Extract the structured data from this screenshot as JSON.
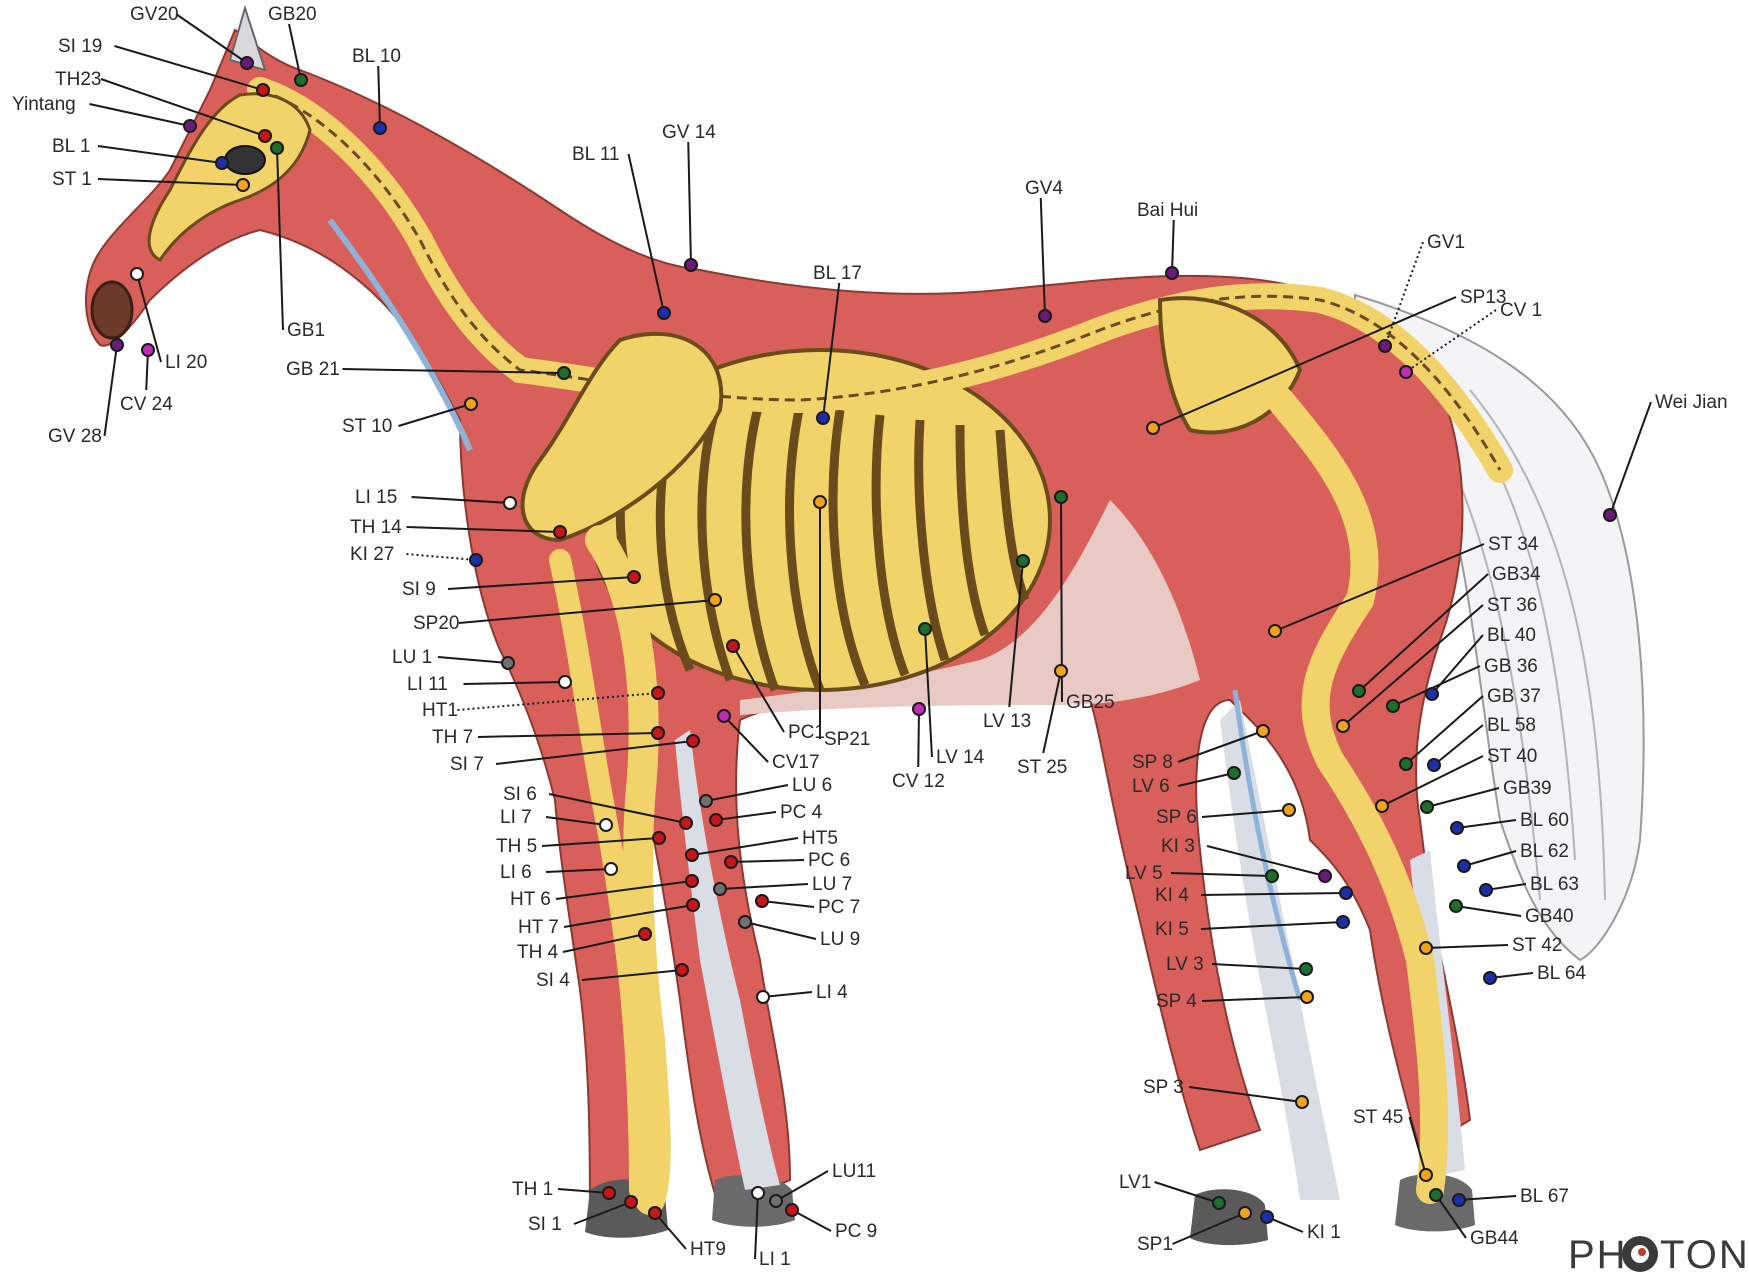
{
  "logo": {
    "left": "PH",
    "right": "TON"
  },
  "colors": {
    "purple": "#6a1b7a",
    "green": "#1d6e2b",
    "blue": "#1c2fa8",
    "red": "#c8151b",
    "orange": "#f2a21c",
    "white": "#ffffff",
    "gray": "#707070",
    "magenta": "#c02bb8",
    "muscle": "#d9605a",
    "bone": "#f1d36a",
    "bone_edge": "#6b4a1c",
    "tendon": "#d8dde6",
    "hoof": "#5a5a5a"
  },
  "points": [
    {
      "id": "gv20",
      "label": "GV20",
      "color": "purple"
    },
    {
      "id": "gb20",
      "label": "GB20",
      "color": "green"
    },
    {
      "id": "si19",
      "label": "SI 19",
      "color": "red"
    },
    {
      "id": "bl10",
      "label": "BL 10",
      "color": "blue"
    },
    {
      "id": "th23",
      "label": "TH23",
      "color": "red"
    },
    {
      "id": "yintang",
      "label": "Yintang",
      "color": "purple"
    },
    {
      "id": "bl1",
      "label": "BL 1",
      "color": "blue"
    },
    {
      "id": "st1",
      "label": "ST 1",
      "color": "orange"
    },
    {
      "id": "gb1",
      "label": "GB1",
      "color": "green"
    },
    {
      "id": "li20",
      "label": "LI 20",
      "color": "white"
    },
    {
      "id": "cv24",
      "label": "CV 24",
      "color": "magenta"
    },
    {
      "id": "gv28",
      "label": "GV 28",
      "color": "purple"
    },
    {
      "id": "gb21",
      "label": "GB 21",
      "color": "green"
    },
    {
      "id": "st10",
      "label": "ST 10",
      "color": "orange"
    },
    {
      "id": "bl11",
      "label": "BL 11",
      "color": "blue"
    },
    {
      "id": "gv14",
      "label": "GV 14",
      "color": "purple"
    },
    {
      "id": "bl17",
      "label": "BL 17",
      "color": "blue"
    },
    {
      "id": "gv4",
      "label": "GV4",
      "color": "purple"
    },
    {
      "id": "baihui",
      "label": "Bai Hui",
      "color": "purple"
    },
    {
      "id": "gv1",
      "label": "GV1",
      "color": "purple"
    },
    {
      "id": "sp13",
      "label": "SP13",
      "color": "orange"
    },
    {
      "id": "cv1",
      "label": "CV 1",
      "color": "magenta"
    },
    {
      "id": "weijian",
      "label": "Wei Jian",
      "color": "purple"
    },
    {
      "id": "li15",
      "label": "LI 15",
      "color": "white"
    },
    {
      "id": "th14",
      "label": "TH 14",
      "color": "red"
    },
    {
      "id": "ki27",
      "label": "KI 27",
      "color": "blue"
    },
    {
      "id": "si9",
      "label": "SI 9",
      "color": "red"
    },
    {
      "id": "sp20",
      "label": "SP20",
      "color": "orange"
    },
    {
      "id": "lu1",
      "label": "LU 1",
      "color": "gray"
    },
    {
      "id": "li11",
      "label": "LI 11",
      "color": "white"
    },
    {
      "id": "ht1",
      "label": "HT1",
      "color": "red"
    },
    {
      "id": "th7",
      "label": "TH 7",
      "color": "red"
    },
    {
      "id": "si7",
      "label": "SI 7",
      "color": "red"
    },
    {
      "id": "pc1",
      "label": "PC1",
      "color": "red"
    },
    {
      "id": "cv17",
      "label": "CV17",
      "color": "magenta"
    },
    {
      "id": "sp21",
      "label": "SP21",
      "color": "orange"
    },
    {
      "id": "cv12",
      "label": "CV 12",
      "color": "magenta"
    },
    {
      "id": "lv14",
      "label": "LV 14",
      "color": "green"
    },
    {
      "id": "lv13",
      "label": "LV 13",
      "color": "green"
    },
    {
      "id": "st25",
      "label": "ST 25",
      "color": "orange"
    },
    {
      "id": "gb25",
      "label": "GB25",
      "color": "green"
    },
    {
      "id": "si6",
      "label": "SI 6",
      "color": "red"
    },
    {
      "id": "li7",
      "label": "LI 7",
      "color": "white"
    },
    {
      "id": "th5",
      "label": "TH 5",
      "color": "red"
    },
    {
      "id": "li6",
      "label": "LI 6",
      "color": "white"
    },
    {
      "id": "ht6",
      "label": "HT 6",
      "color": "red"
    },
    {
      "id": "ht7",
      "label": "HT 7",
      "color": "red"
    },
    {
      "id": "th4",
      "label": "TH 4",
      "color": "red"
    },
    {
      "id": "si4",
      "label": "SI 4",
      "color": "red"
    },
    {
      "id": "lu6",
      "label": "LU 6",
      "color": "gray"
    },
    {
      "id": "pc4",
      "label": "PC 4",
      "color": "red"
    },
    {
      "id": "ht5",
      "label": "HT5",
      "color": "red"
    },
    {
      "id": "pc6",
      "label": "PC 6",
      "color": "red"
    },
    {
      "id": "lu7",
      "label": "LU 7",
      "color": "gray"
    },
    {
      "id": "pc7",
      "label": "PC 7",
      "color": "red"
    },
    {
      "id": "lu9",
      "label": "LU 9",
      "color": "gray"
    },
    {
      "id": "li4",
      "label": "LI 4",
      "color": "white"
    },
    {
      "id": "th1",
      "label": "TH 1",
      "color": "red"
    },
    {
      "id": "si1",
      "label": "SI 1",
      "color": "red"
    },
    {
      "id": "ht9",
      "label": "HT9",
      "color": "red"
    },
    {
      "id": "li1",
      "label": "LI 1",
      "color": "white"
    },
    {
      "id": "lu11",
      "label": "LU11",
      "color": "gray"
    },
    {
      "id": "pc9",
      "label": "PC 9",
      "color": "red"
    },
    {
      "id": "sp8",
      "label": "SP 8",
      "color": "orange"
    },
    {
      "id": "lv6",
      "label": "LV 6",
      "color": "green"
    },
    {
      "id": "sp6",
      "label": "SP 6",
      "color": "orange"
    },
    {
      "id": "ki3",
      "label": "KI 3",
      "color": "purple"
    },
    {
      "id": "lv5",
      "label": "LV 5",
      "color": "green"
    },
    {
      "id": "ki4",
      "label": "KI 4",
      "color": "blue"
    },
    {
      "id": "ki5",
      "label": "KI 5",
      "color": "blue"
    },
    {
      "id": "lv3",
      "label": "LV 3",
      "color": "green"
    },
    {
      "id": "sp4",
      "label": "SP 4",
      "color": "orange"
    },
    {
      "id": "sp3",
      "label": "SP 3",
      "color": "orange"
    },
    {
      "id": "lv1",
      "label": "LV1",
      "color": "green"
    },
    {
      "id": "sp1",
      "label": "SP1",
      "color": "orange"
    },
    {
      "id": "ki1",
      "label": "KI 1",
      "color": "blue"
    },
    {
      "id": "st34",
      "label": "ST 34",
      "color": "orange"
    },
    {
      "id": "gb34",
      "label": "GB34",
      "color": "green"
    },
    {
      "id": "st36",
      "label": "ST 36",
      "color": "orange"
    },
    {
      "id": "bl40",
      "label": "BL 40",
      "color": "blue"
    },
    {
      "id": "gb36",
      "label": "GB 36",
      "color": "green"
    },
    {
      "id": "gb37",
      "label": "GB 37",
      "color": "green"
    },
    {
      "id": "bl58",
      "label": "BL 58",
      "color": "blue"
    },
    {
      "id": "st40",
      "label": "ST 40",
      "color": "orange"
    },
    {
      "id": "gb39",
      "label": "GB39",
      "color": "green"
    },
    {
      "id": "bl60",
      "label": "BL 60",
      "color": "blue"
    },
    {
      "id": "bl62",
      "label": "BL 62",
      "color": "blue"
    },
    {
      "id": "bl63",
      "label": "BL 63",
      "color": "blue"
    },
    {
      "id": "gb40",
      "label": "GB40",
      "color": "green"
    },
    {
      "id": "st42",
      "label": "ST 42",
      "color": "orange"
    },
    {
      "id": "bl64",
      "label": "BL 64",
      "color": "blue"
    },
    {
      "id": "st45",
      "label": "ST 45",
      "color": "orange"
    },
    {
      "id": "bl67",
      "label": "BL 67",
      "color": "blue"
    },
    {
      "id": "gb44",
      "label": "GB44",
      "color": "green"
    }
  ]
}
